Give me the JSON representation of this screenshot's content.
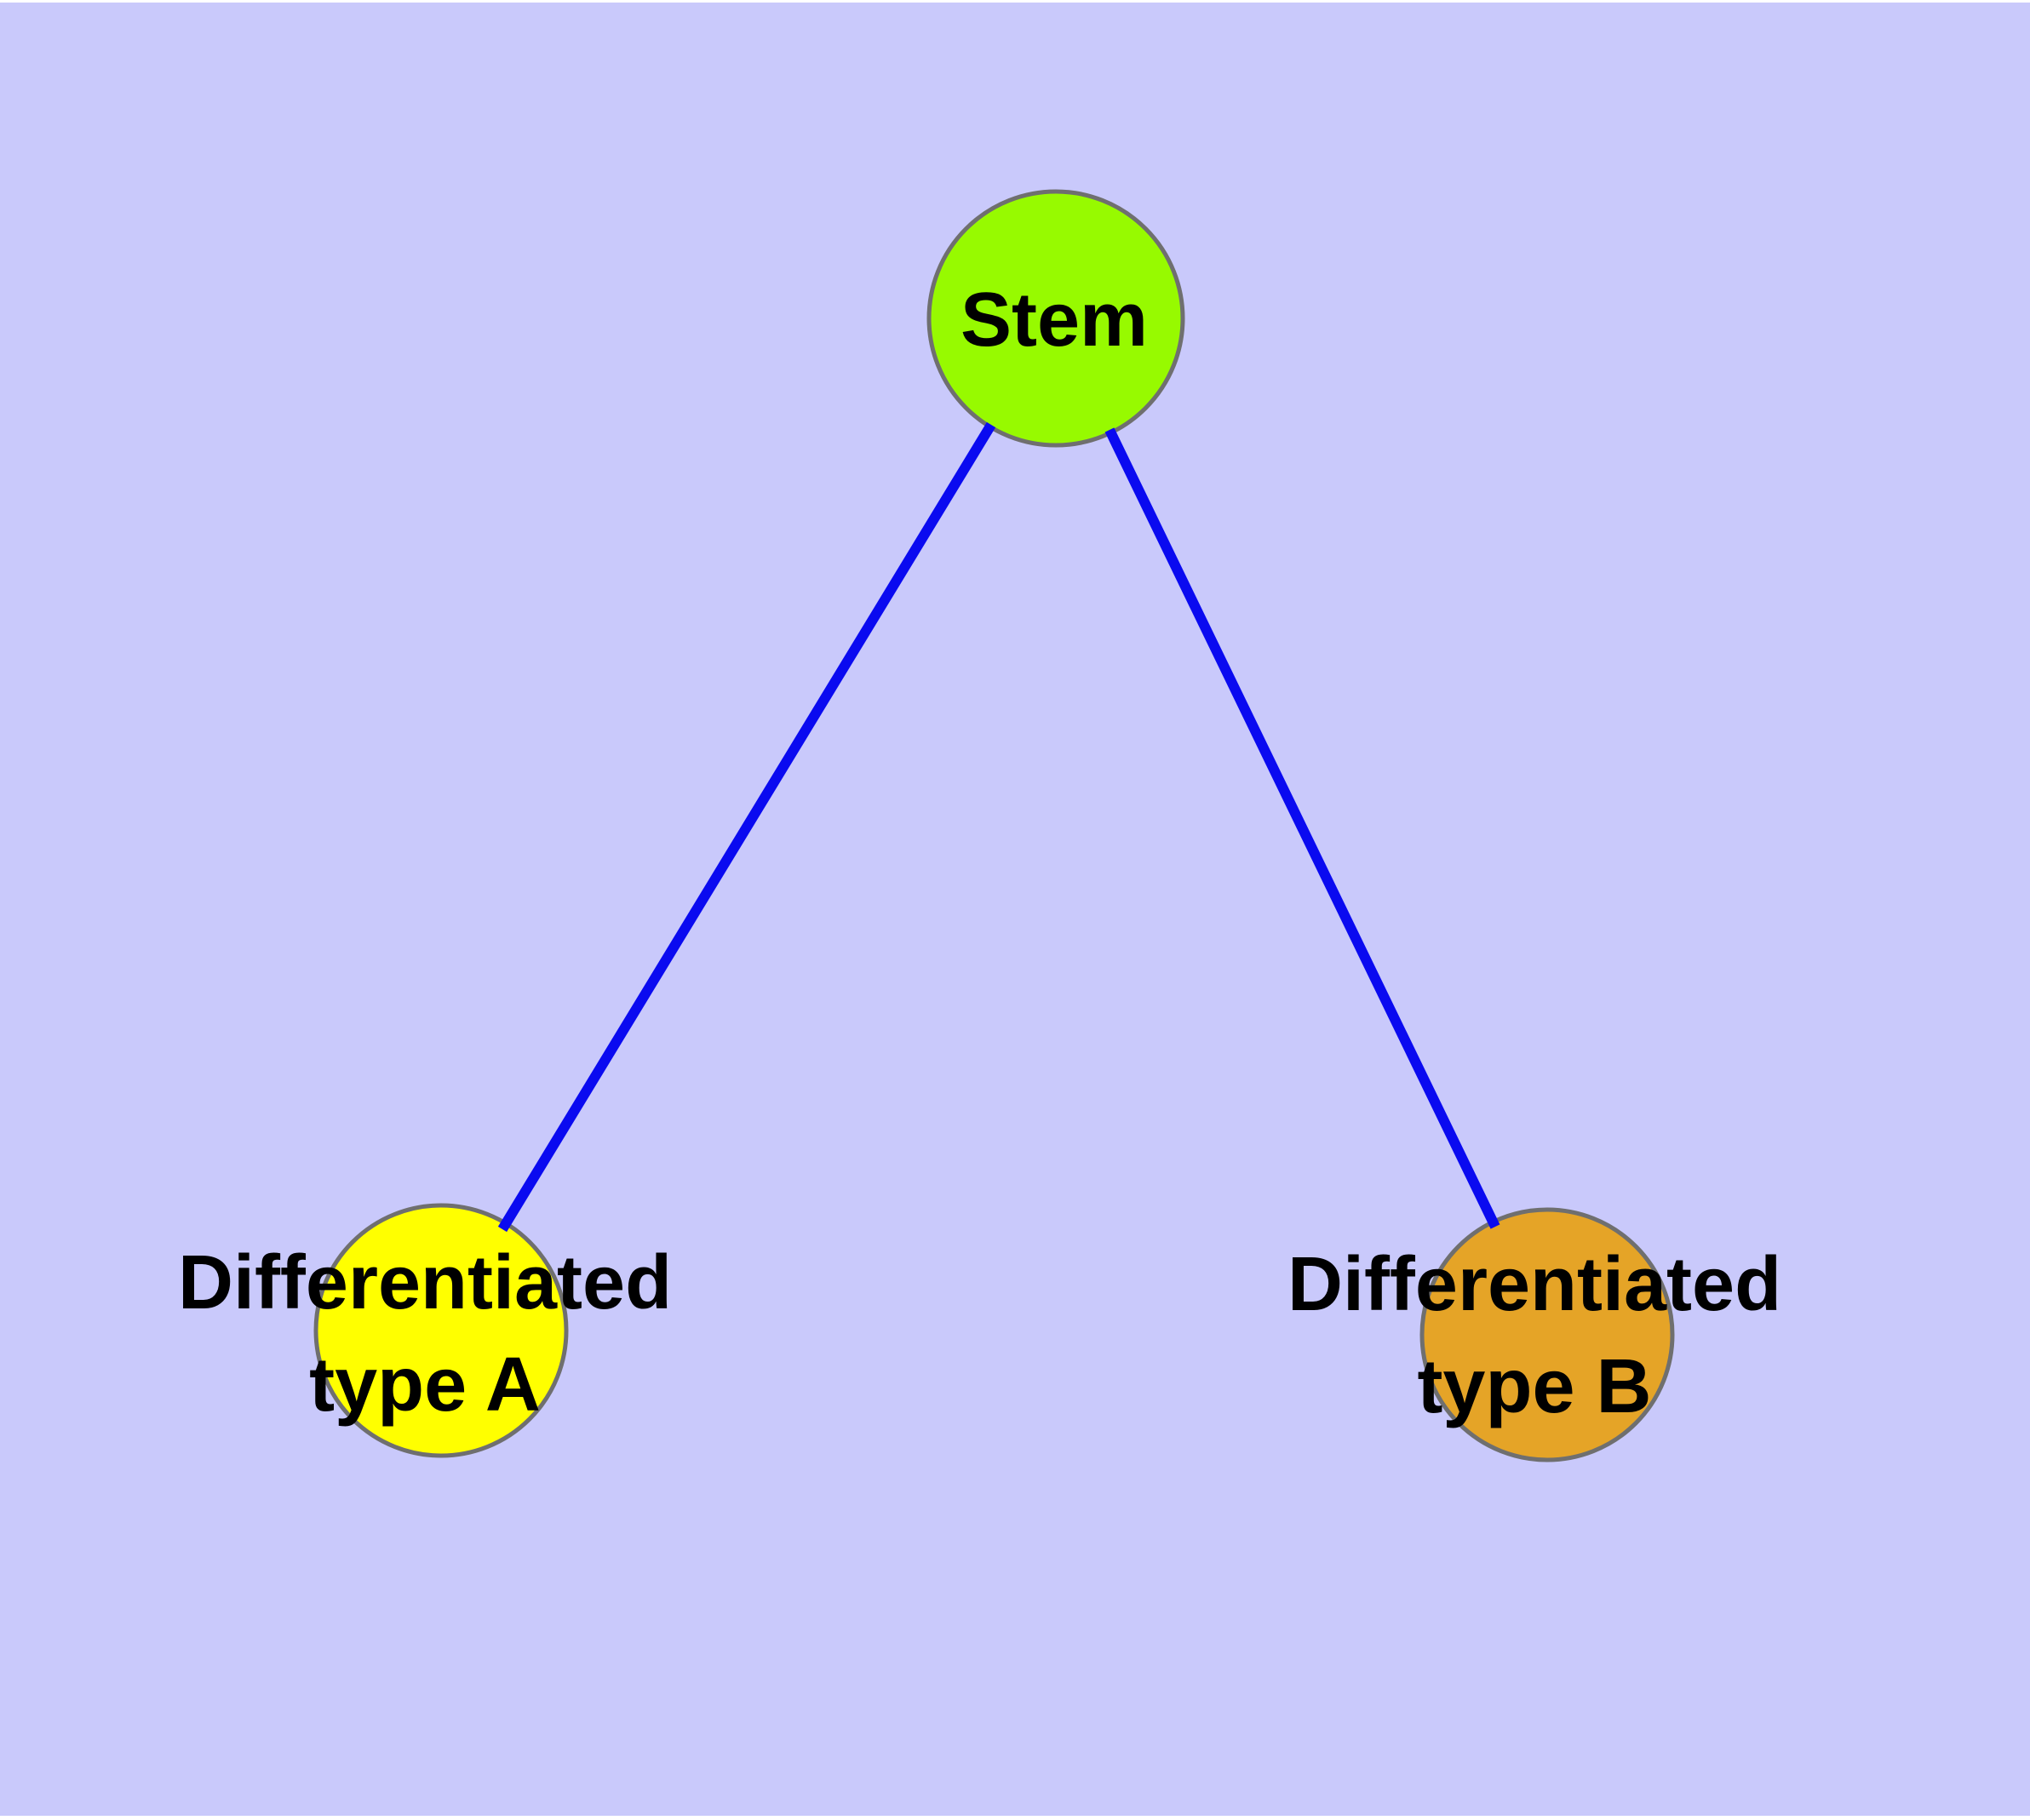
{
  "canvas": {
    "page_background": "#ffffff",
    "background": "#c9c9fb",
    "text_color": "#000000"
  },
  "nodes": [
    {
      "id": "stem",
      "label": "Stem",
      "fill": "#97fa00",
      "border": "#6f6f6f"
    },
    {
      "id": "differentiated-type-a",
      "label": "Differentiated type A",
      "label_line1": "Differentiated",
      "label_line2": "type A",
      "fill": "#ffff00",
      "border": "#6f6f6f"
    },
    {
      "id": "differentiated-type-b",
      "label": "Differentiated type B",
      "label_line1": "Differentiated",
      "label_line2": "type B",
      "fill": "#e5a427",
      "border": "#6f6f6f"
    }
  ],
  "edges": [
    {
      "from": "Stem",
      "to": "Differentiated type A",
      "color": "#0a0af0"
    },
    {
      "from": "Stem",
      "to": "Differentiated type B",
      "color": "#0a0af0"
    }
  ]
}
